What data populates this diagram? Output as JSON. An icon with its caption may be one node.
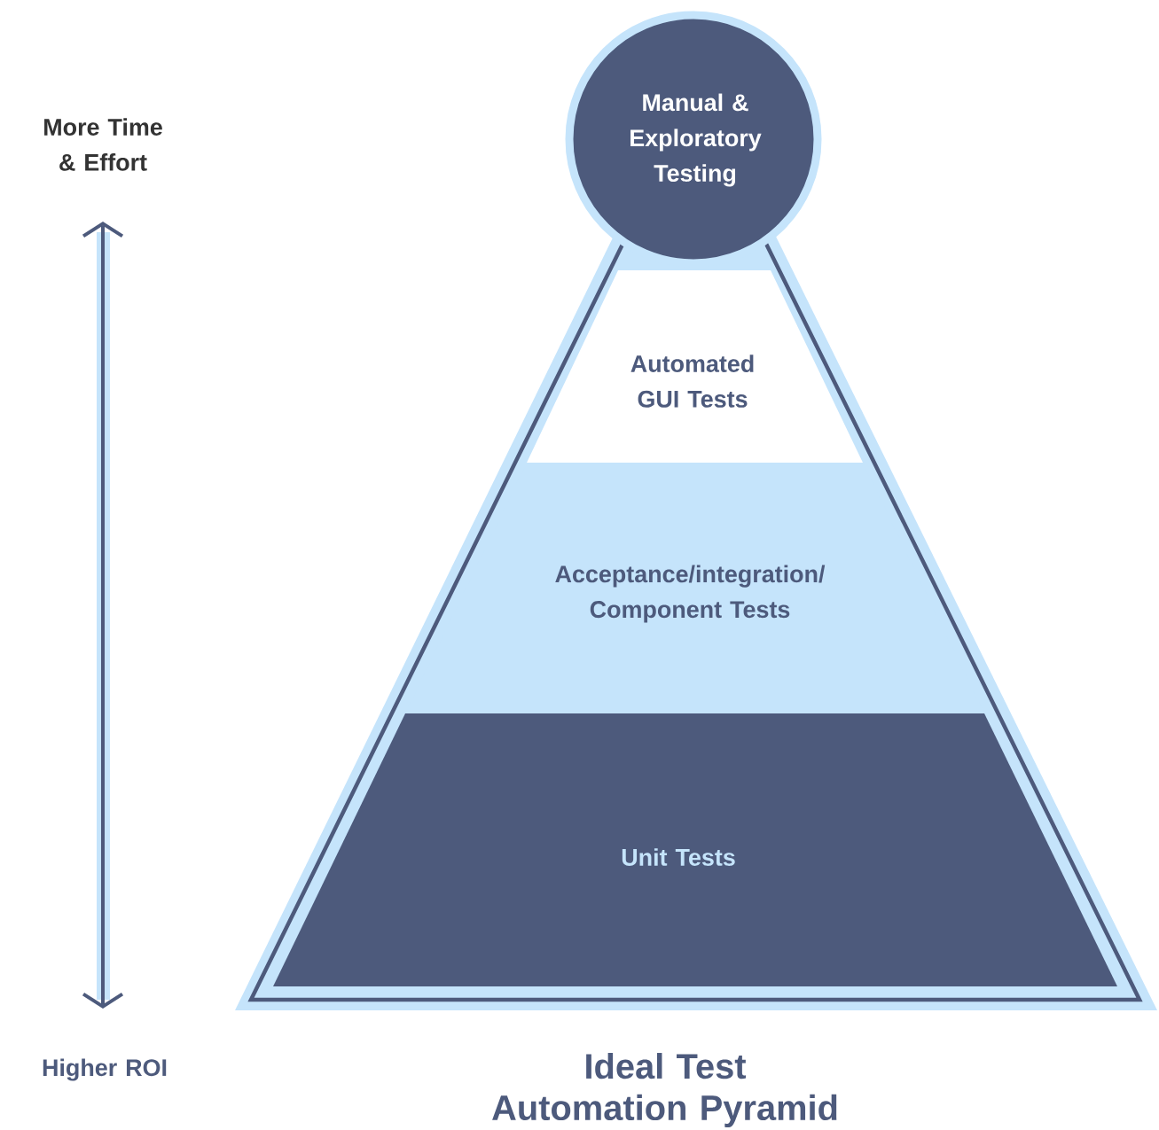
{
  "diagram": {
    "title": "Ideal Test Automation Pyramid",
    "nodes": [
      {
        "text": [
          "Manual & Exploratory Testing"
        ]
      },
      {
        "text": [
          "Automated GUI Tests"
        ]
      },
      {
        "text": [
          "Acceptance/integration/ Component Tests"
        ]
      },
      {
        "text": [
          "Unit Tests"
        ]
      }
    ],
    "labels": [
      "More Time & Effort",
      "Higher ROI"
    ]
  }
}
